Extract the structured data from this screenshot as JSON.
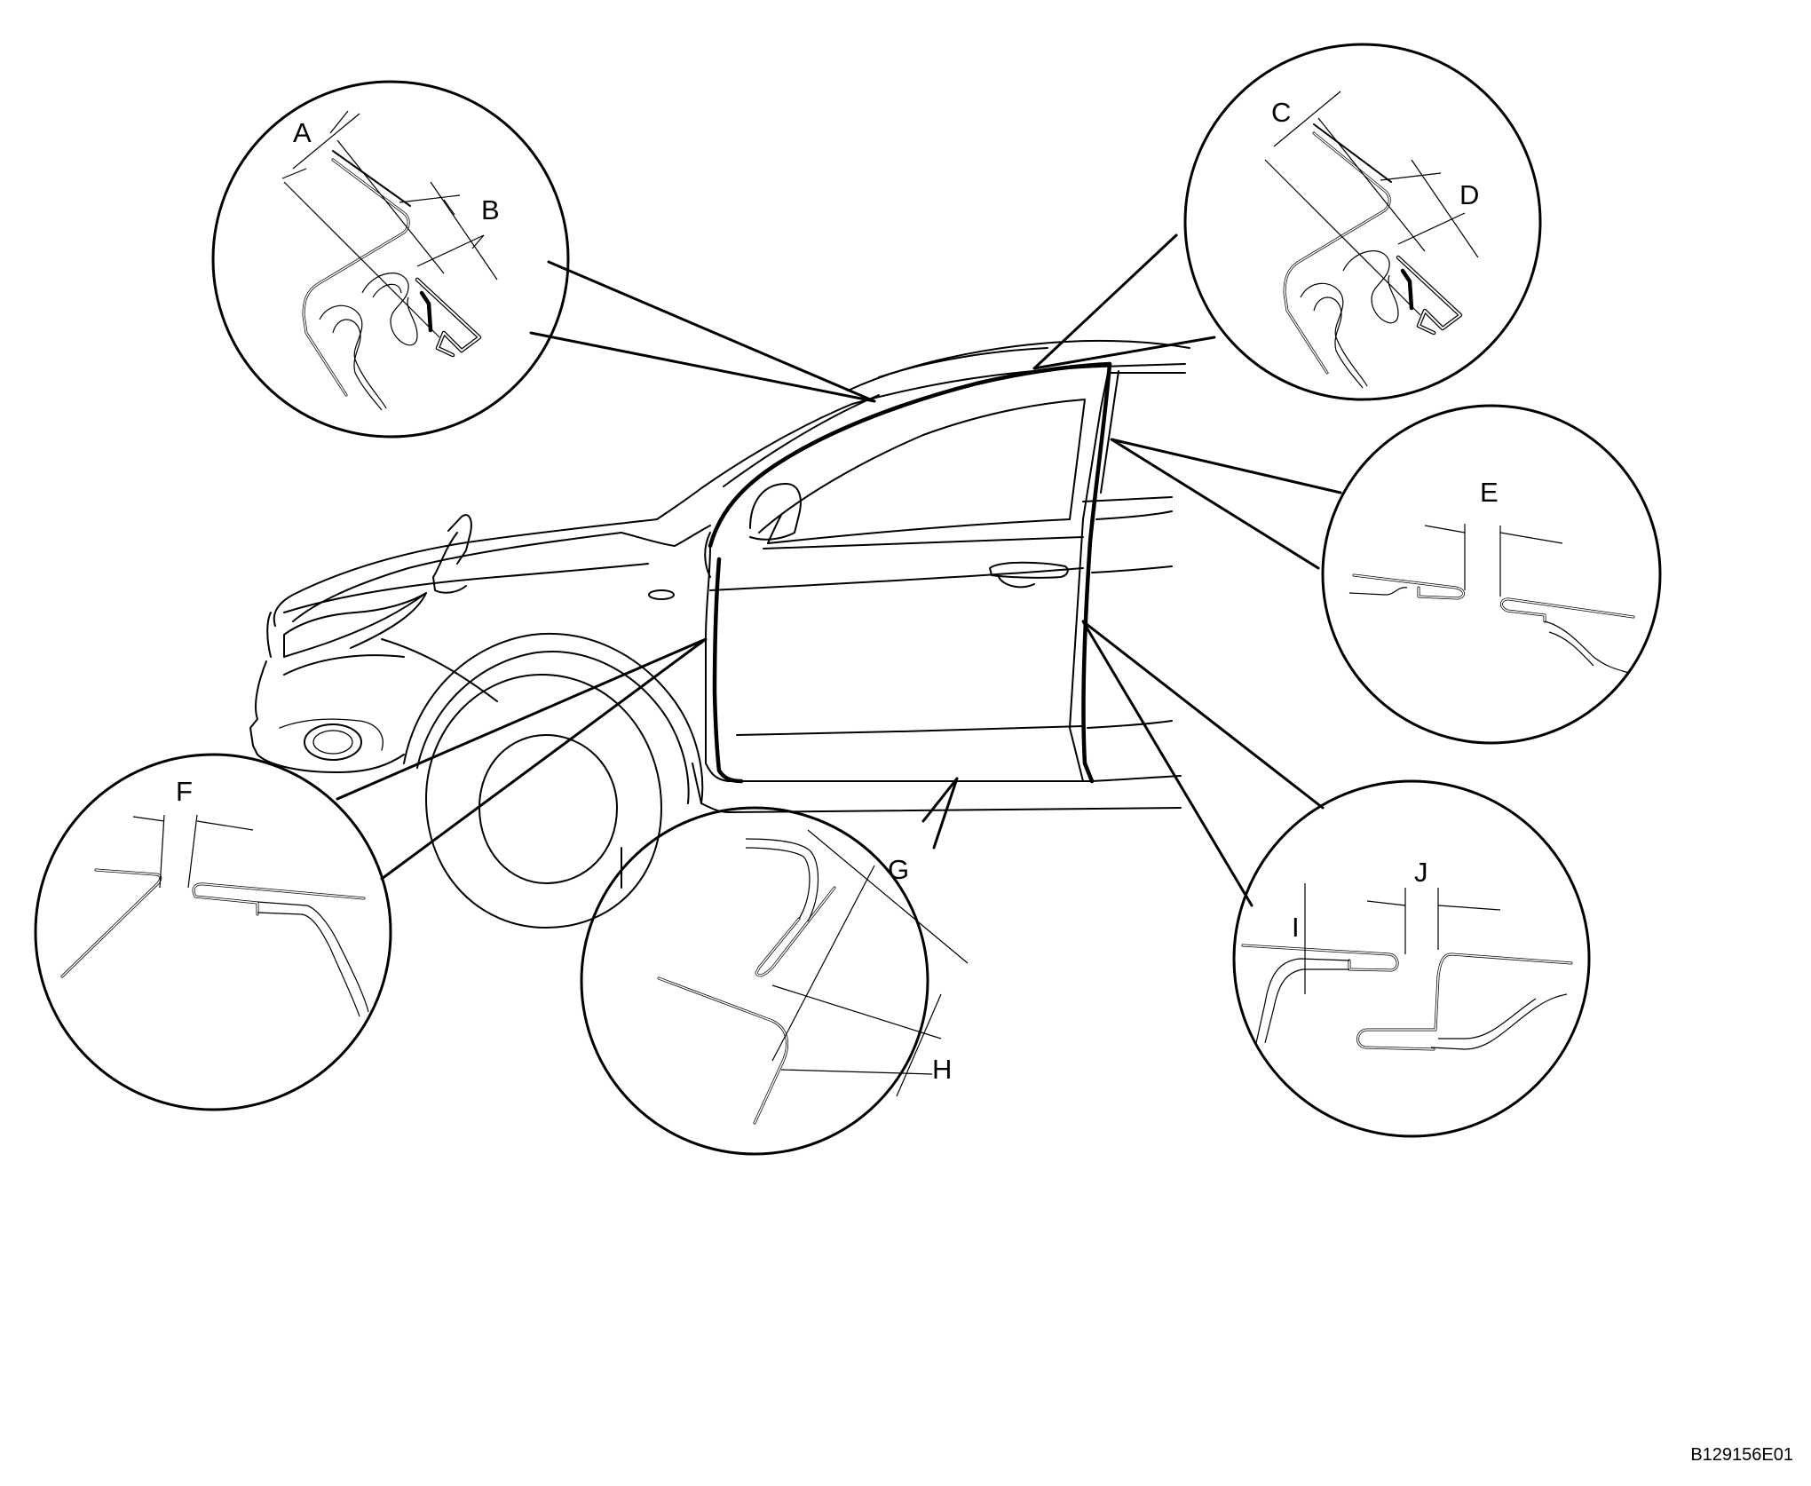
{
  "figure": {
    "code": "B129156E01"
  },
  "callouts": [
    {
      "id": "A",
      "label": "A"
    },
    {
      "id": "B",
      "label": "B"
    },
    {
      "id": "C",
      "label": "C"
    },
    {
      "id": "D",
      "label": "D"
    },
    {
      "id": "E",
      "label": "E"
    },
    {
      "id": "F",
      "label": "F"
    },
    {
      "id": "G",
      "label": "G"
    },
    {
      "id": "H",
      "label": "H"
    },
    {
      "id": "I",
      "label": "I"
    },
    {
      "id": "J",
      "label": "J"
    }
  ],
  "details": [
    {
      "name": "detail-front-roof-gap",
      "labels": [
        "A",
        "B"
      ]
    },
    {
      "name": "detail-rear-roof-gap",
      "labels": [
        "C",
        "D"
      ]
    },
    {
      "name": "detail-upper-b-pillar-gap",
      "labels": [
        "E"
      ]
    },
    {
      "name": "detail-front-fender-door-gap",
      "labels": [
        "F"
      ]
    },
    {
      "name": "detail-door-bottom-gap",
      "labels": [
        "G",
        "H"
      ]
    },
    {
      "name": "detail-lower-rear-door-gap",
      "labels": [
        "I",
        "J"
      ]
    }
  ],
  "colors": {
    "line": "#000000",
    "background": "#ffffff"
  }
}
